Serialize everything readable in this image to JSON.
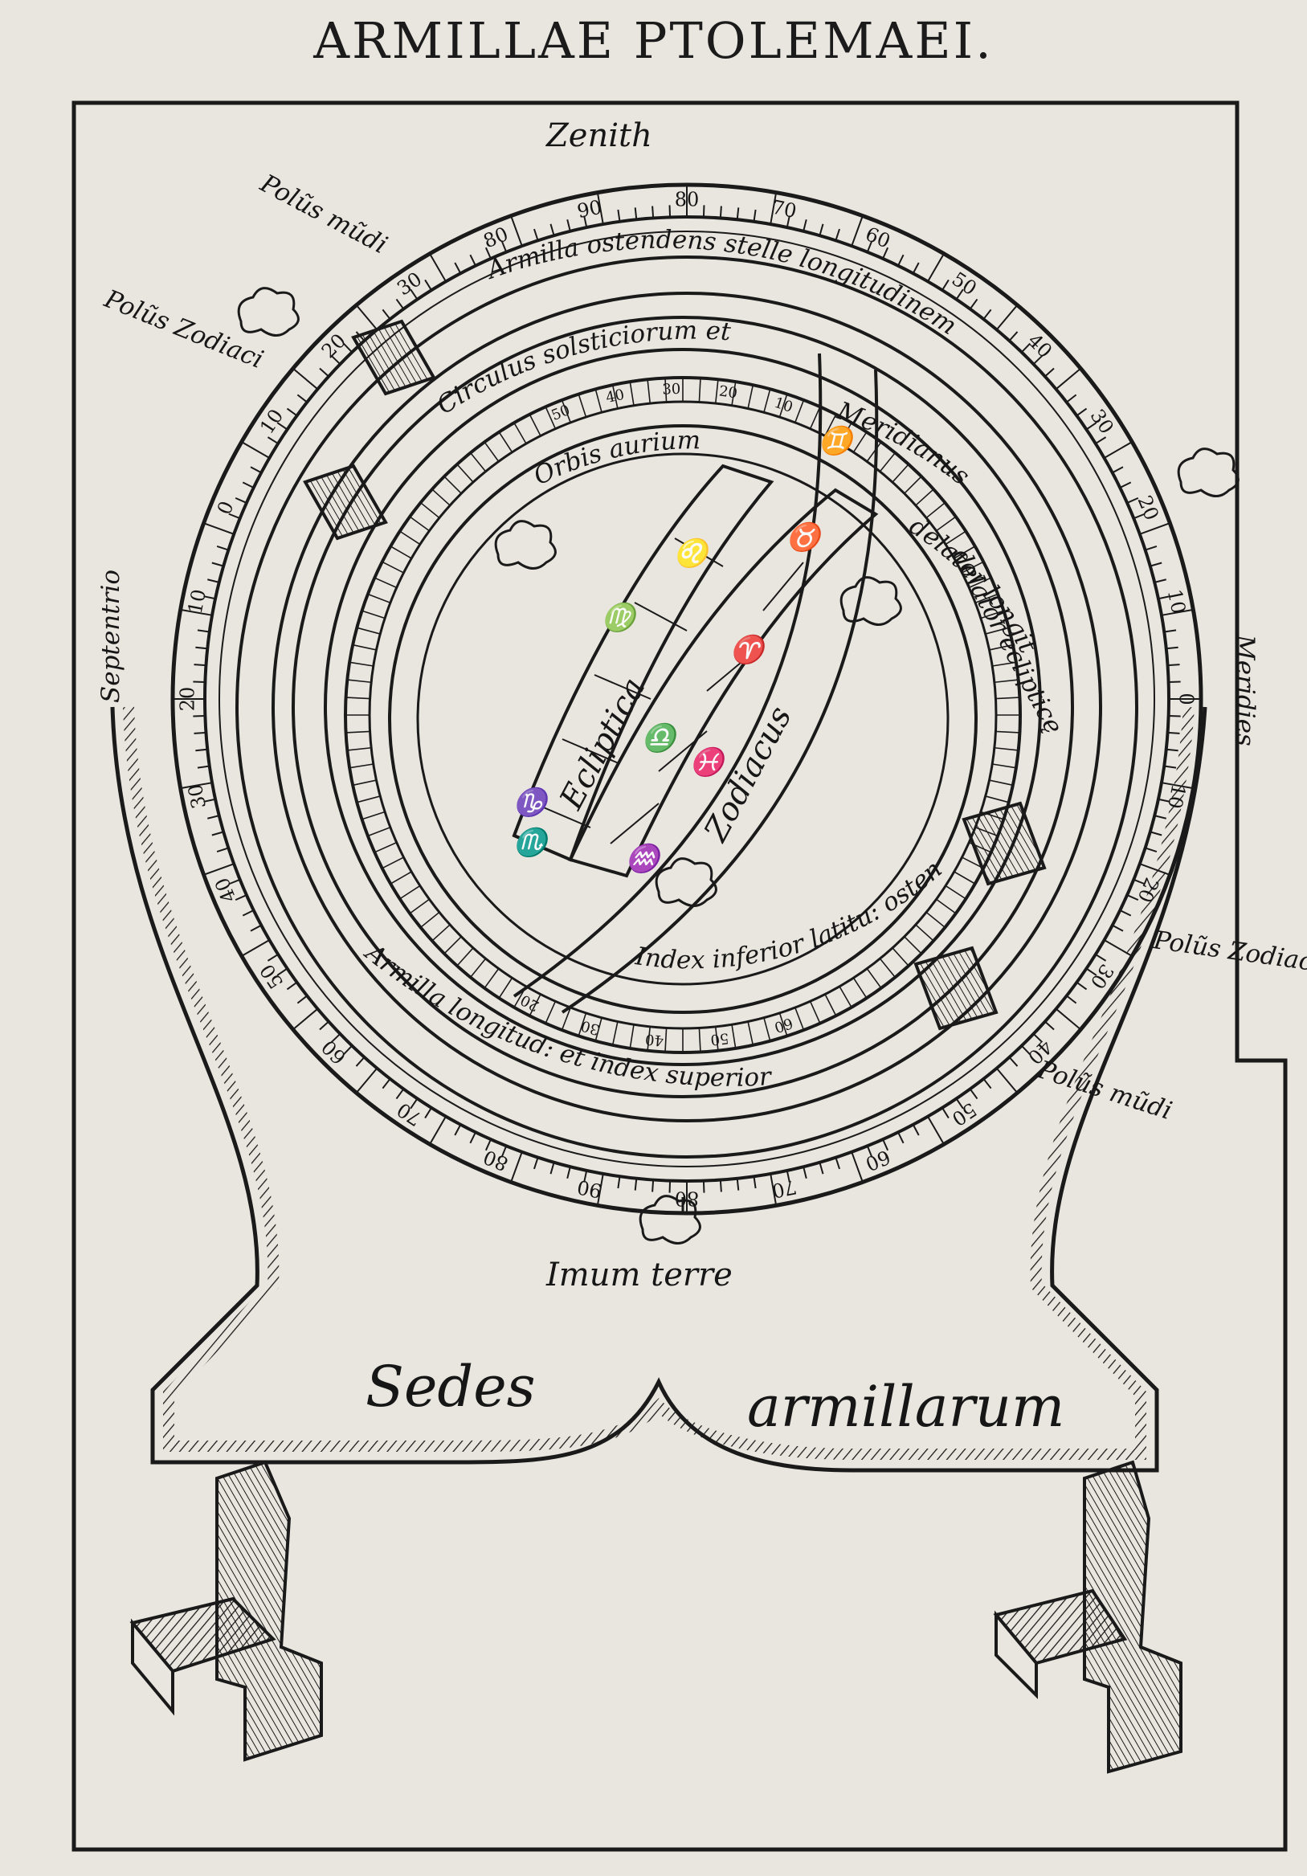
{
  "title": "ARMILLAE PTOLEMAEI.",
  "labels": {
    "zenith": "Zenith",
    "polus_mundi_top": "Polũs mũdi",
    "polus_diari": "Polũs Zodiaci",
    "septentrio": "Septentrio",
    "meridies": "Meridies",
    "polus_zodiaci_right": "Polũs Zodiaci",
    "polus_mundi_right": "Polũs mũdi",
    "imum_terre": "Imum terre",
    "sedes": "Sedes",
    "armillarum": "armillarum"
  },
  "ring_texts": {
    "meridianus": "Meridianus",
    "armilla_ostendens": "Armilla ostendens stelle longitudinem",
    "circulus_solsticiorum": "Circulus solsticiorum et",
    "delator": "delator longitudinem",
    "delator_ecliptice": "delator eclipticę",
    "orbis_aurium": "Orbis aurium",
    "ecliptica": "Ecliptica",
    "zodiacus": "Zodiacus",
    "index_inferior": "Index inferior latitu: ostensus",
    "armilla_longitudinis": "Armilla longitud: et index superior"
  },
  "zodiac_signs": [
    "♊",
    "♉",
    "♈",
    "♓",
    "♒",
    "♑",
    "♌",
    "♍",
    "♎",
    "♏"
  ],
  "scale_outer": [
    "80",
    "90",
    "80",
    "70",
    "60",
    "50",
    "40",
    "30",
    "20",
    "10",
    "0",
    "10",
    "20",
    "30",
    "40",
    "50",
    "60",
    "70",
    "80",
    "90",
    "80",
    "70",
    "60",
    "50",
    "40",
    "30",
    "20",
    "10",
    "0",
    "10",
    "20",
    "30"
  ],
  "scale_inner_top": [
    "50",
    "40",
    "30",
    "20",
    "10"
  ],
  "scale_inner_bottom": [
    "20",
    "30",
    "40",
    "50",
    "60"
  ]
}
